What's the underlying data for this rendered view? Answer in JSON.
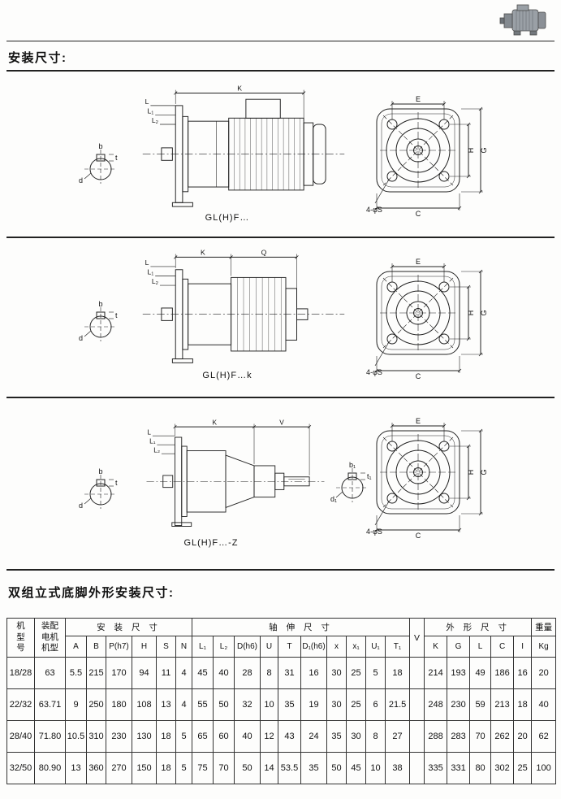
{
  "page": {
    "title_install": "安装尺寸:",
    "title_foot": "双组立式底脚外形安装尺寸:"
  },
  "drawings": {
    "d1": {
      "caption": "GL(H)F…",
      "dim_k": "K",
      "dim_l": "L",
      "dim_l1": "L₁",
      "dim_l2": "L₂"
    },
    "d2": {
      "caption": "GL(H)F…k",
      "dim_k": "K",
      "dim_q": "Q",
      "dim_l": "L",
      "dim_l1": "L₁",
      "dim_l2": "L₂"
    },
    "d3": {
      "caption": "GL(H)F…-Z",
      "dim_k": "K",
      "dim_v": "V",
      "dim_l": "L",
      "dim_l1": "L₁",
      "dim_l2": "L₂"
    },
    "flange": {
      "dim_e": "E",
      "dim_h": "H",
      "dim_g": "G",
      "dim_c": "C",
      "holes": "4-φS"
    },
    "keyway": {
      "dim_b": "b",
      "dim_t": "t",
      "dim_d": "d"
    },
    "keyway2": {
      "dim_b": "b₁",
      "dim_t": "t₁",
      "dim_d": "d₁"
    }
  },
  "table": {
    "model_header": "机\n型\n号",
    "motor_header": "装配\n电机\n机型",
    "install_header": "安 装 尺 寸",
    "shaft_header": "轴 伸 尺 寸",
    "outline_header": "外 形 尺 寸",
    "weight_header": "重量",
    "weight_unit": "Kg",
    "v_header": "V",
    "install_cols": [
      "A",
      "B",
      "P(h7)",
      "H",
      "S",
      "N"
    ],
    "shaft_cols": [
      "L₁",
      "L₂",
      "D(h6)",
      "U",
      "T",
      "D₁(h6)",
      "x",
      "x₁",
      "U₁",
      "T₁"
    ],
    "outline_cols": [
      "K",
      "G",
      "L",
      "C",
      "I"
    ],
    "rows": [
      [
        "18/28",
        "63",
        "5.5",
        "215",
        "170",
        "94",
        "11",
        "4",
        "45",
        "40",
        "28",
        "8",
        "31",
        "16",
        "30",
        "25",
        "5",
        "18",
        "",
        "214",
        "193",
        "49",
        "186",
        "16",
        "20"
      ],
      [
        "22/32",
        "63.71",
        "9",
        "250",
        "180",
        "108",
        "13",
        "4",
        "55",
        "50",
        "32",
        "10",
        "35",
        "19",
        "30",
        "25",
        "6",
        "21.5",
        "",
        "248",
        "230",
        "59",
        "213",
        "18",
        "40"
      ],
      [
        "28/40",
        "71.80",
        "10.5",
        "310",
        "230",
        "130",
        "18",
        "5",
        "65",
        "60",
        "40",
        "12",
        "43",
        "24",
        "35",
        "30",
        "8",
        "27",
        "",
        "288",
        "283",
        "70",
        "262",
        "20",
        "62"
      ],
      [
        "32/50",
        "80.90",
        "13",
        "360",
        "270",
        "150",
        "18",
        "5",
        "75",
        "70",
        "50",
        "14",
        "53.5",
        "35",
        "50",
        "45",
        "10",
        "38",
        "",
        "335",
        "331",
        "80",
        "302",
        "25",
        "100"
      ]
    ]
  }
}
